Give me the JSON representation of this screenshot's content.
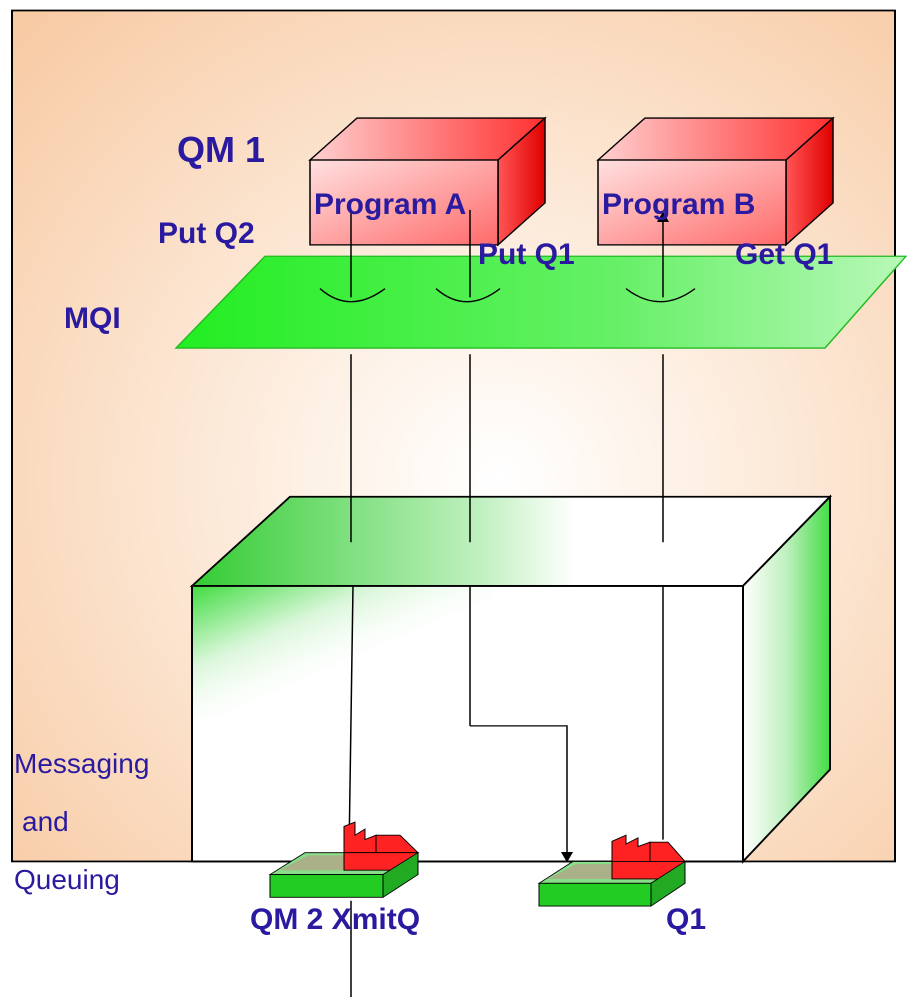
{
  "labels": {
    "qm1": "QM 1",
    "program_a": "Program A",
    "program_b": "Program B",
    "put_q2": "Put Q2",
    "put_q1": "Put Q1",
    "get_q1": "Get Q1",
    "mqi": "MQI",
    "messaging": "Messaging",
    "and": "and",
    "queuing": "Queuing",
    "xmitq": "QM 2 XmitQ",
    "q1": "Q1"
  },
  "colors": {
    "background": "#fbd3b2",
    "program_box": "#ff4444",
    "mqi_plane": "#44ee44",
    "queue_green": "#22cc22",
    "queue_red": "#ff2222",
    "text": "#2a1aa0"
  }
}
